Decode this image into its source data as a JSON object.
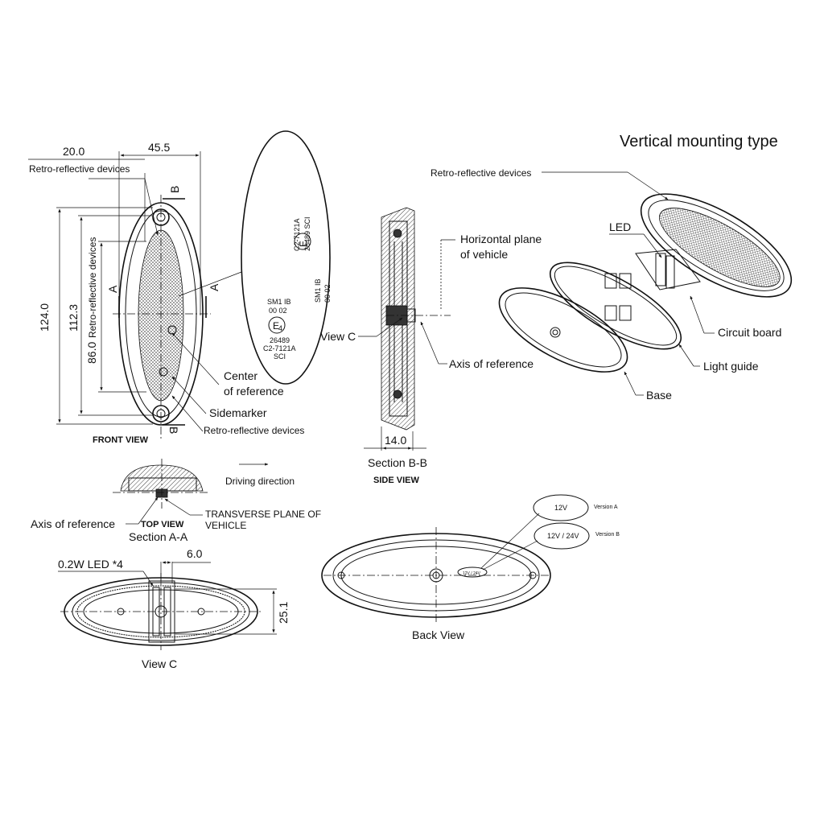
{
  "title": "Vertical mounting type",
  "front_view": {
    "caption": "FRONT VIEW",
    "dim_width": "45.5",
    "dim_offset": "20.0",
    "dim_total_height": "124.0",
    "dim_height_2": "112.3",
    "dim_height_3": "86.0",
    "retro_top": "Retro-reflective devices",
    "retro_side": "Retro-reflective devices",
    "retro_bottom": "Retro-reflective devices",
    "center_ref_1": "Center",
    "center_ref_2": "of reference",
    "sidemarker": "Sidemarker",
    "section_a": "A",
    "section_b": "B"
  },
  "label_detail": {
    "top_lines": [
      "C2-7121A",
      "26489  SCI",
      "SM1  IB",
      "00  02"
    ],
    "bottom_lines": [
      "SM1  IB",
      "00  02",
      "26489",
      "C2-7121A",
      "SCI"
    ],
    "e_mark": "E",
    "e_mark_num": "4"
  },
  "side_view": {
    "caption": "SIDE VIEW",
    "section_name": "Section B-B",
    "dim_depth": "14.0",
    "view_c": "View C",
    "horizontal_plane_1": "Horizontal plane",
    "horizontal_plane_2": "of vehicle",
    "axis_ref": "Axis of reference"
  },
  "exploded": {
    "retro": "Retro-reflective devices",
    "led": "LED",
    "circuit_board": "Circuit board",
    "light_guide": "Light guide",
    "base": "Base"
  },
  "top_view": {
    "caption": "TOP VIEW",
    "section_name": "Section A-A",
    "driving_direction": "Driving direction",
    "axis_ref": "Axis of reference",
    "transverse_1": "TRANSVERSE  PLANE OF",
    "transverse_2": "VEHICLE"
  },
  "view_c": {
    "caption": "View C",
    "led_label": "0.2W LED *4",
    "dim_6": "6.0",
    "dim_height": "25.1"
  },
  "back_view": {
    "caption": "Back View",
    "sticker": "12V / 24V",
    "version_a_value": "12V",
    "version_a_label": "Version A",
    "version_b_value": "12V / 24V",
    "version_b_label": "Version B"
  }
}
